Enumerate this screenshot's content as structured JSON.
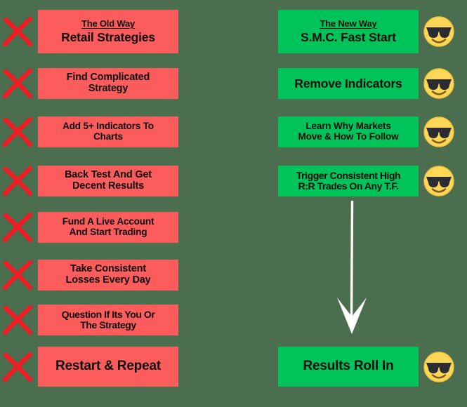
{
  "meta": {
    "background_color": "#4b6e4e",
    "red_color": "#fc5c5c",
    "green_color": "#00c45a",
    "text_color": "#0d0d0d",
    "arrow_color": "#ffffff",
    "x_mark_color": "#ee1c23"
  },
  "icons": {
    "x_mark": "x-mark-icon",
    "emoji": "sunglasses-smiley-emoji",
    "arrow": "down-arrow-icon"
  },
  "left_column": {
    "heading": {
      "title": "The Old Way",
      "subtitle": "Retail Strategies"
    },
    "steps": [
      {
        "lines": [
          "Find Complicated",
          "Strategy"
        ]
      },
      {
        "lines": [
          "Add 5+ Indicators To",
          "Charts"
        ]
      },
      {
        "lines": [
          "Back Test And Get",
          "Decent Results"
        ]
      },
      {
        "lines": [
          "Fund A Live Account",
          "And Start Trading"
        ]
      },
      {
        "lines": [
          "Take Consistent",
          "Losses Every Day"
        ]
      },
      {
        "lines": [
          "Question If Its You Or",
          "The Strategy"
        ]
      }
    ],
    "final": {
      "lines": [
        "Restart & Repeat"
      ]
    }
  },
  "right_column": {
    "heading": {
      "title": "The New Way",
      "subtitle": "S.M.C. Fast Start"
    },
    "steps": [
      {
        "lines": [
          "Remove Indicators"
        ]
      },
      {
        "lines": [
          "Learn Why Markets",
          "Move & How To Follow"
        ]
      },
      {
        "lines": [
          "Trigger Consistent High",
          "R:R Trades On Any T.F."
        ]
      }
    ],
    "final": {
      "lines": [
        "Results Roll In"
      ]
    }
  }
}
